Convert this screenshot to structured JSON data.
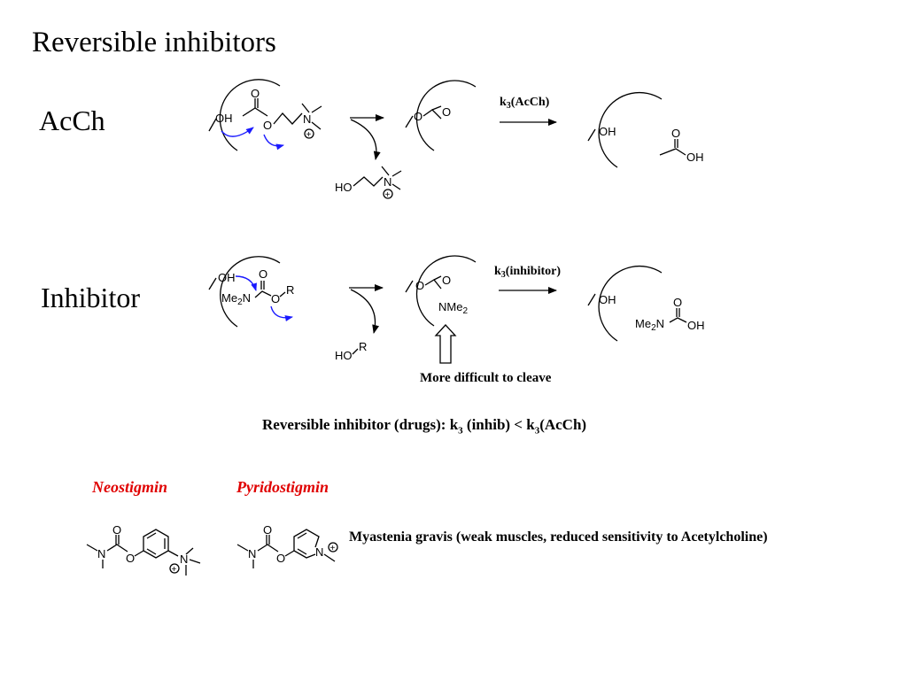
{
  "slide": {
    "title": "Reversible inhibitors",
    "rows": {
      "acch_label": "AcCh",
      "inhibitor_label": "Inhibitor"
    },
    "rate_labels": {
      "acch_k": "k",
      "acch_sub": "3",
      "acch_paren": "(AcCh)",
      "inhib_k": "k",
      "inhib_sub": "3",
      "inhib_paren": "(inhibitor)"
    },
    "atoms": {
      "OH": "OH",
      "O": "O",
      "N": "N",
      "HO": "HO",
      "R": "R",
      "Me2N_me": "Me",
      "Me2N_sub": "2",
      "Me2N_n": "N",
      "NMe2_n": "NMe",
      "NMe2_sub": "2",
      "plus": "+"
    },
    "note_difficult": "More difficult to cleave",
    "comparison": {
      "prefix": "Reversible inhibitor (drugs): k",
      "sub1": "3",
      "middle": " (inhib) < k",
      "sub2": "3",
      "suffix": "(AcCh)"
    },
    "drugs": {
      "neostigmin": "Neostigmin",
      "pyridostigmin": "Pyridostigmin",
      "indication": "Myastenia gravis (weak muscles, reduced sensitivity to Acetylcholine)"
    },
    "colors": {
      "drug_name": "#e00000",
      "curly_arrow": "#1a1aff",
      "text": "#000000"
    }
  }
}
